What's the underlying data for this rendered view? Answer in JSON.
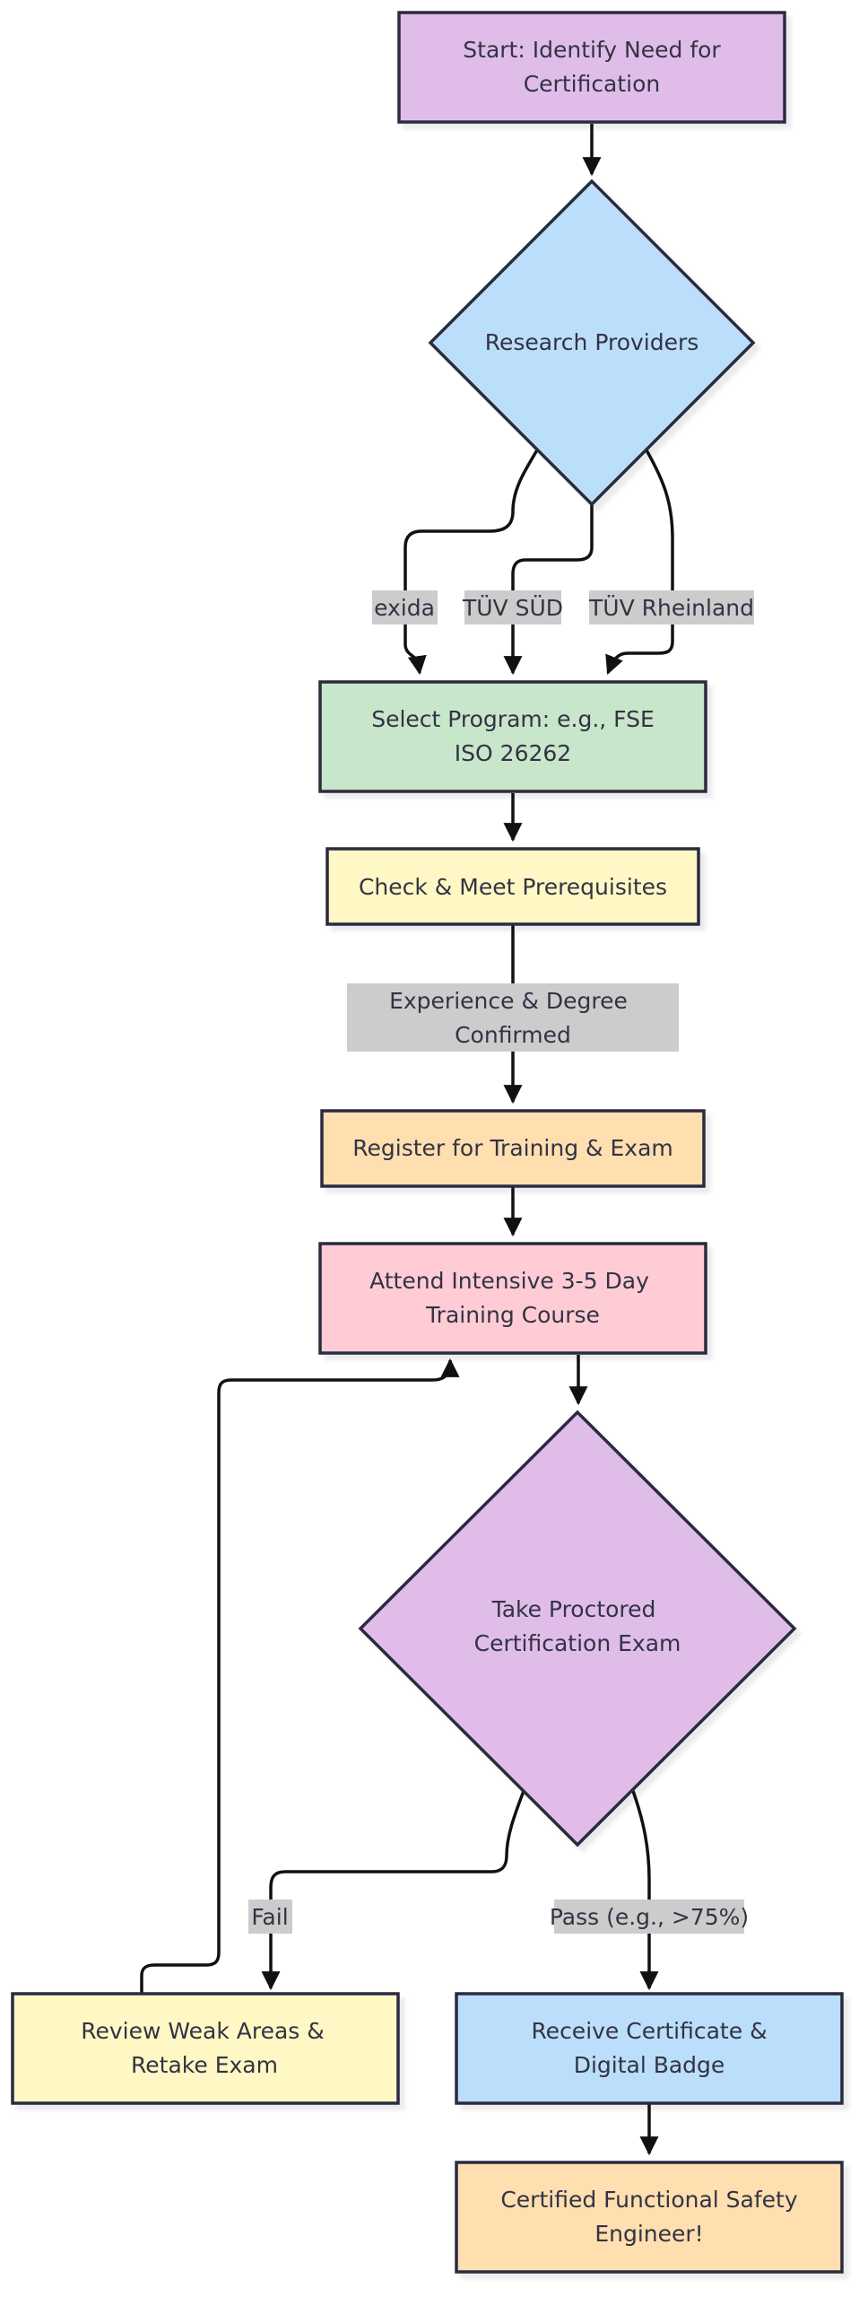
{
  "colors": {
    "purple": "#e0bde8",
    "blue": "#bbdefa",
    "green": "#c8e6c9",
    "yellow": "#fff8c4",
    "orange": "#ffdfb0",
    "pink": "#ffccd5",
    "label_bg": "#cccccc",
    "border": "#2a2a40"
  },
  "nodes": {
    "start": {
      "lines": [
        "Start: Identify Need for",
        "Certification"
      ]
    },
    "research": {
      "lines": [
        "Research Providers"
      ]
    },
    "select": {
      "lines": [
        "Select Program: e.g., FSE",
        "ISO 26262"
      ]
    },
    "prereq": {
      "lines": [
        "Check & Meet Prerequisites"
      ]
    },
    "register": {
      "lines": [
        "Register for Training & Exam"
      ]
    },
    "training": {
      "lines": [
        "Attend Intensive 3-5 Day",
        "Training Course"
      ]
    },
    "exam": {
      "lines": [
        "Take Proctored",
        "Certification Exam"
      ]
    },
    "review": {
      "lines": [
        "Review Weak Areas &",
        "Retake Exam"
      ]
    },
    "certificate": {
      "lines": [
        "Receive Certificate &",
        "Digital Badge"
      ]
    },
    "certified": {
      "lines": [
        "Certified Functional Safety",
        "Engineer!"
      ]
    }
  },
  "edge_labels": {
    "exida": "exida",
    "tuv_sud": "TÜV SÜD",
    "tuv_rheinland": "TÜV Rheinland",
    "experience": [
      "Experience & Degree",
      "Confirmed"
    ],
    "fail": "Fail",
    "pass": "Pass (e.g., >75%)"
  }
}
